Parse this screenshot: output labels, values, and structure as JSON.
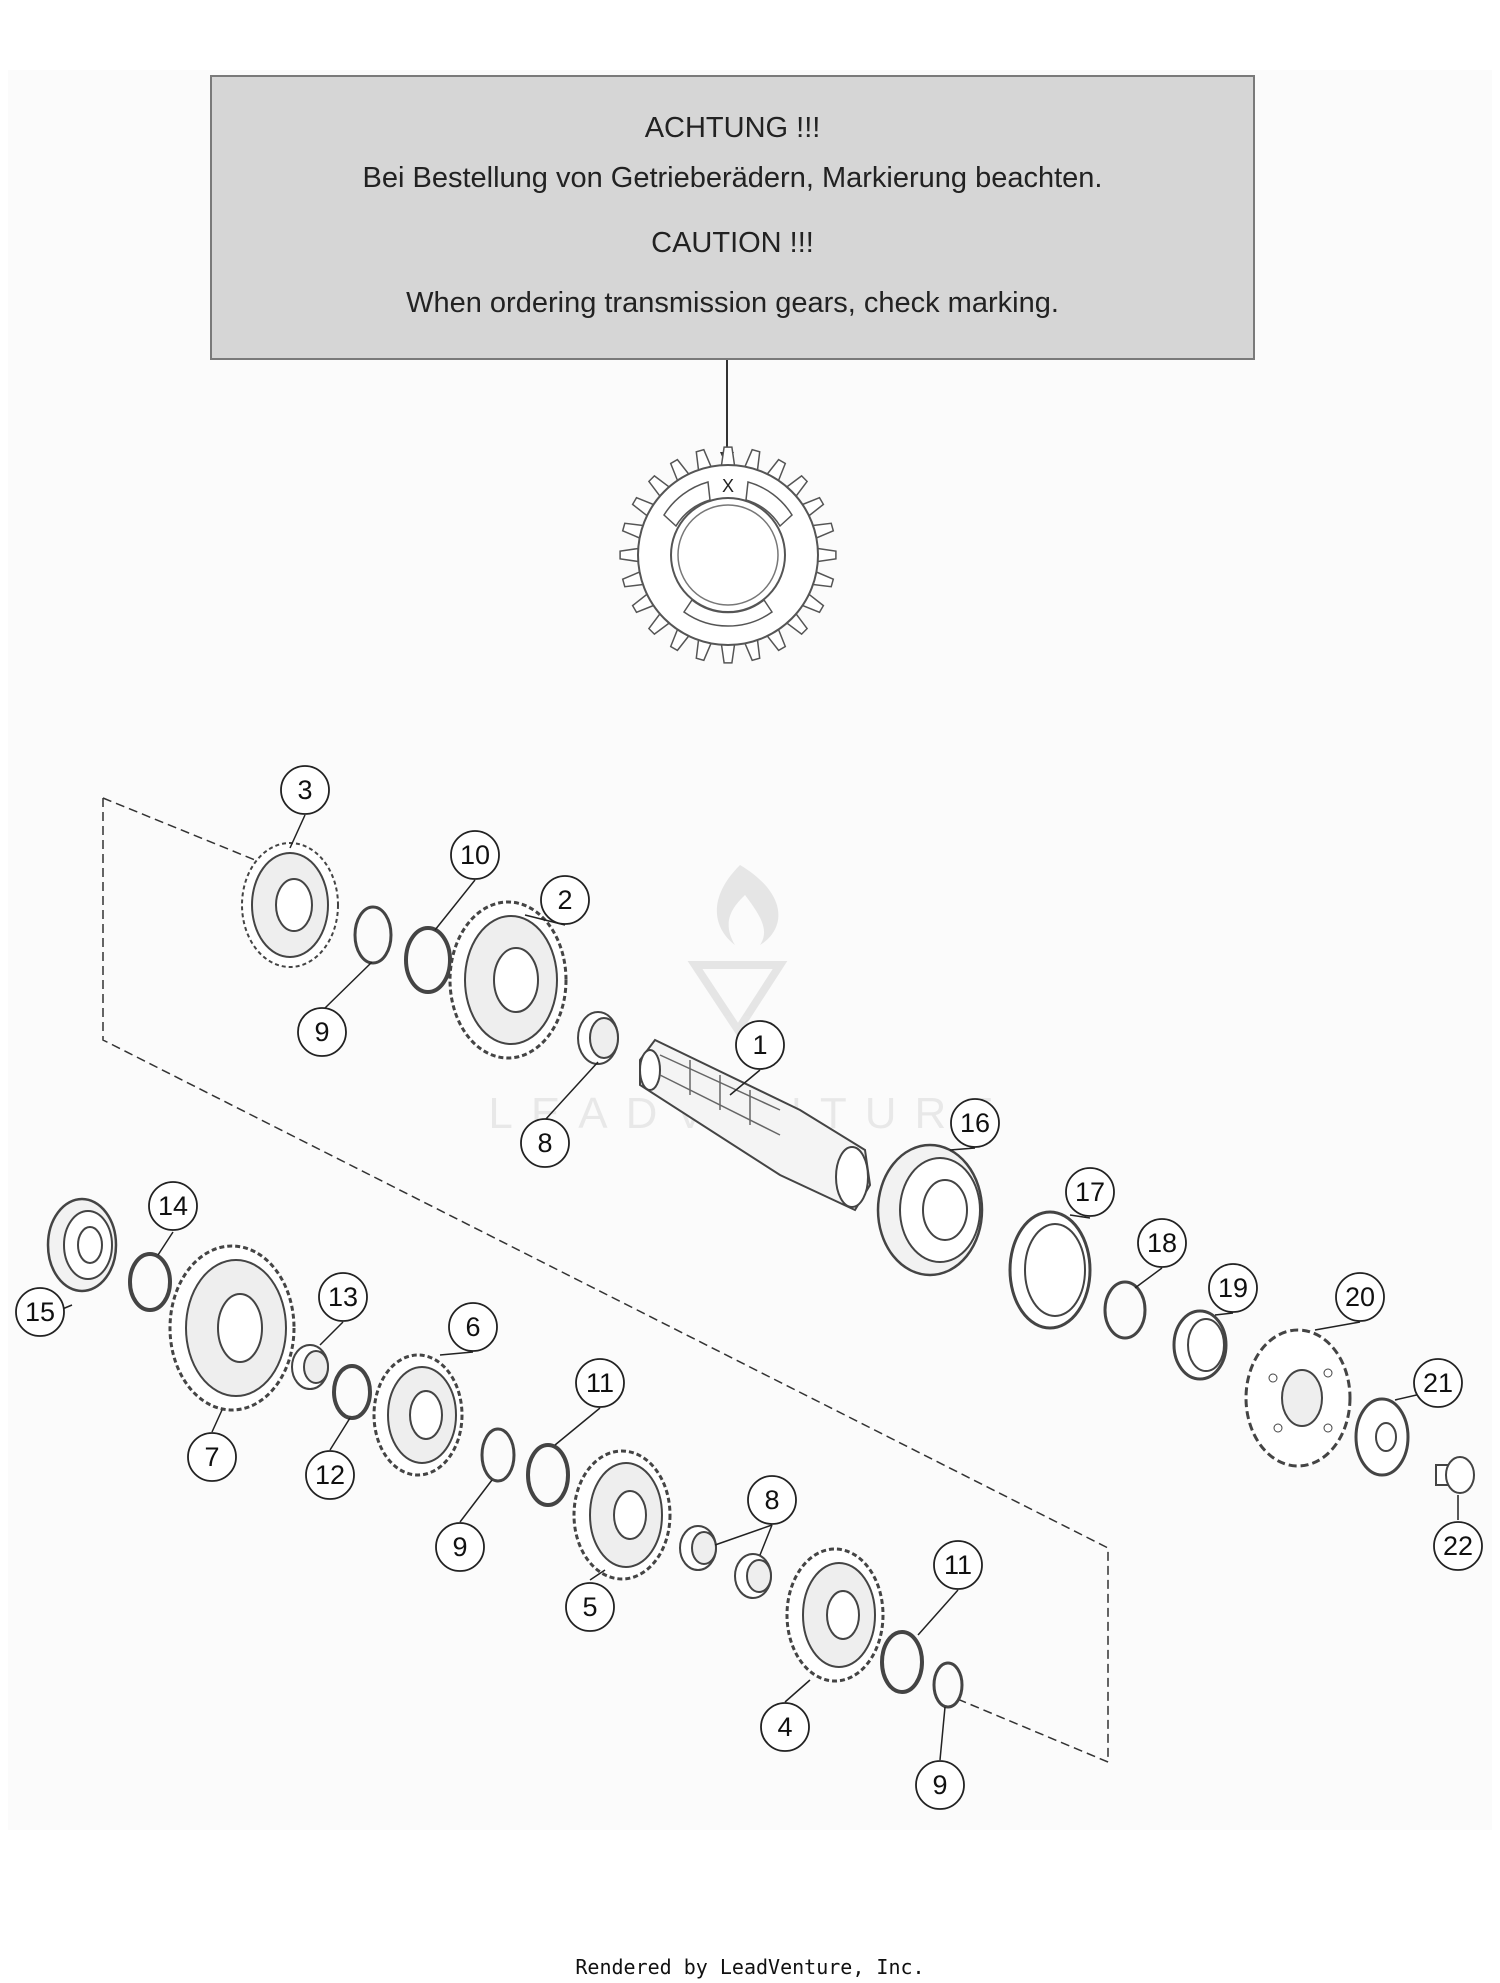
{
  "notice": {
    "heading_de": "ACHTUNG !!!",
    "text_de": "Bei Bestellung von Getrieberädern, Markierung beachten.",
    "heading_en": "CAUTION !!!",
    "text_en": "When ordering transmission gears, check marking.",
    "gear_marking": "X"
  },
  "watermark": "LEADVENTURE",
  "footer": "Rendered by LeadVenture, Inc.",
  "callouts": [
    "3",
    "10",
    "2",
    "9",
    "1",
    "8",
    "16",
    "17",
    "18",
    "19",
    "20",
    "21",
    "22",
    "14",
    "15",
    "13",
    "7",
    "6",
    "12",
    "11",
    "9",
    "5",
    "8",
    "4",
    "11",
    "9"
  ]
}
